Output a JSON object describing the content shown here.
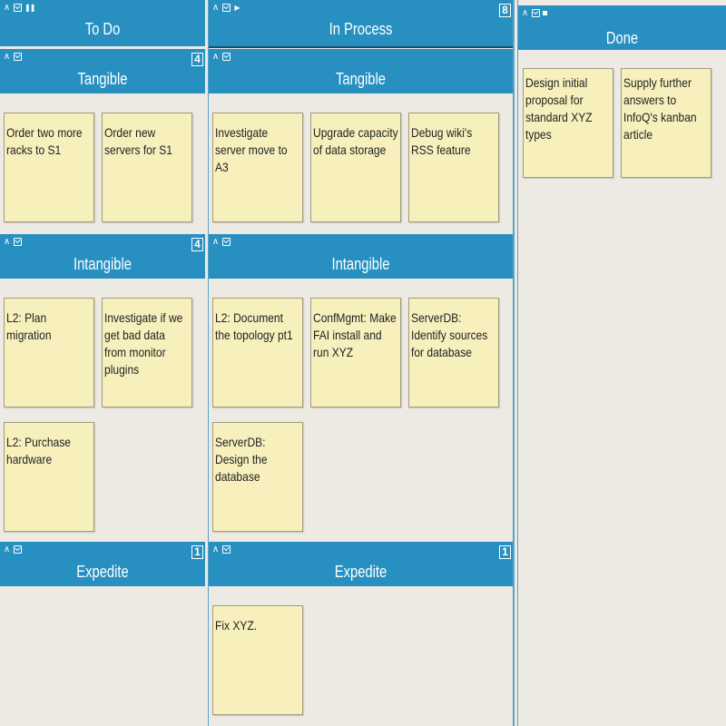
{
  "columns": {
    "todo": {
      "title": "To Do"
    },
    "in_process": {
      "title": "In Process",
      "count": "8"
    },
    "done": {
      "title": "Done"
    }
  },
  "lanes": {
    "todo_tangible": {
      "title": "Tangible",
      "count": "4"
    },
    "todo_intangible": {
      "title": "Intangible",
      "count": "4"
    },
    "todo_expedite": {
      "title": "Expedite",
      "count": "1"
    },
    "inproc_tangible": {
      "title": "Tangible"
    },
    "inproc_intangible": {
      "title": "Intangible"
    },
    "inproc_expedite": {
      "title": "Expedite",
      "count": "1"
    }
  },
  "cards": {
    "todo_tangible": [
      "Order two more racks to S1",
      "Order new servers for S1"
    ],
    "todo_intangible": [
      "L2: Plan migration",
      "Investigate if we get bad data from monitor plugins",
      "L2: Purchase hardware"
    ],
    "inproc_tangible": [
      "Investigate server move to A3",
      "Upgrade capacity of data storage",
      "Debug wiki's RSS feature"
    ],
    "inproc_intangible": [
      "L2: Document the topology pt1",
      "ConfMgmt: Make FAI install and run XYZ",
      "ServerDB: Identify sources for database",
      "ServerDB: Design the database"
    ],
    "inproc_expedite": [
      "Fix XYZ."
    ],
    "done": [
      "Design initial proposal for standard XYZ types",
      "Supply further answers to InfoQ's kanban article"
    ]
  },
  "icons": [
    "rss-icon",
    "mail-icon",
    "pause-icon",
    "play-icon",
    "stop-icon"
  ],
  "colors": {
    "header": "#2790c1",
    "card": "#f7f0bd",
    "background": "#ede9e3"
  }
}
